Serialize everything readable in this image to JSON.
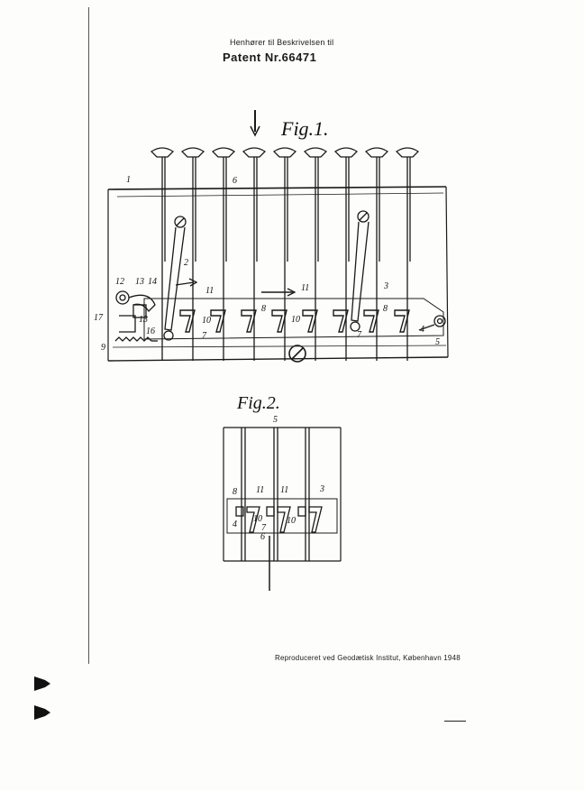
{
  "header": {
    "line1": "Henhører til Beskrivelsen til",
    "line2": "Patent Nr.66471"
  },
  "footer": {
    "credit": "Reproduceret ved Geodætisk Institut, København 1948"
  },
  "fig1": {
    "title": "Fig.1.",
    "labels": {
      "l1": "1",
      "l2": "2",
      "l3": "3",
      "l4": "4",
      "l5": "5",
      "l6": "6",
      "l7a": "7",
      "l7b": "7",
      "l8a": "8",
      "l8b": "8",
      "l9": "9",
      "l10a": "10",
      "l10b": "10",
      "l11a": "11",
      "l11b": "11",
      "l12": "12",
      "l13a": "13",
      "l13b": "13",
      "l14": "14",
      "l16": "16",
      "l17": "17"
    }
  },
  "fig2": {
    "title": "Fig.2.",
    "labels": {
      "l3": "3",
      "l4": "4",
      "l5": "5",
      "l6": "6",
      "l7": "7",
      "l8": "8",
      "l10a": "10",
      "l10b": "10",
      "l11a": "11",
      "l11b": "11"
    }
  },
  "colors": {
    "ink": "#1a1a1a",
    "paper": "#fdfdfb"
  }
}
